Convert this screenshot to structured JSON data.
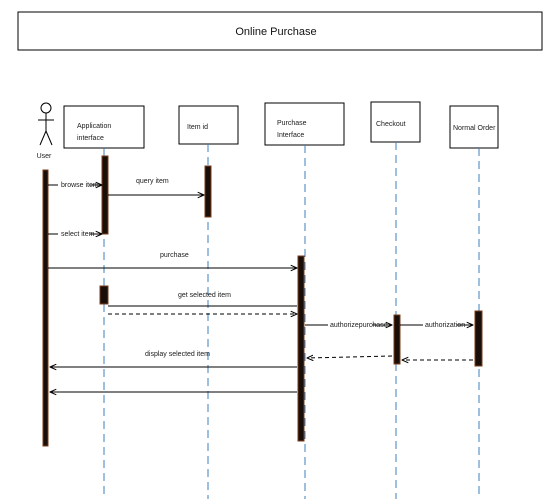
{
  "title": "Online Purchase",
  "actor": {
    "label": "User"
  },
  "participants": [
    {
      "id": "app",
      "lines": [
        "Application",
        "interface"
      ]
    },
    {
      "id": "item",
      "lines": [
        "Item id"
      ]
    },
    {
      "id": "purchase",
      "lines": [
        "Purchase",
        "Interface"
      ]
    },
    {
      "id": "checkout",
      "lines": [
        "Checkout"
      ]
    },
    {
      "id": "order",
      "lines": [
        "Normal Order"
      ]
    }
  ],
  "messages": {
    "browse_item": "browse item",
    "query_item": "query item",
    "select_item": "select item",
    "purchase": "purchase",
    "get_selected_item": "get selected item",
    "authorize_purchase": "authorizepurchase",
    "authorization": "authorization",
    "display_selected_item": "display selected item"
  }
}
